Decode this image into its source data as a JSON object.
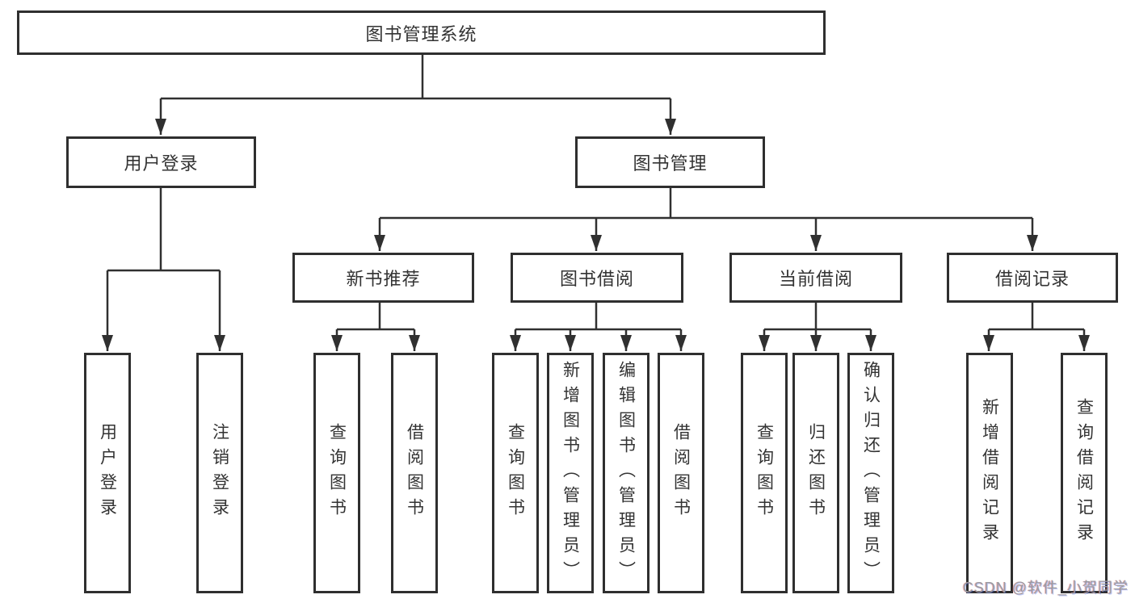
{
  "root": {
    "label": "图书管理系统"
  },
  "branches": [
    {
      "label": "用户登录",
      "children": [
        {
          "label": "用户登录"
        },
        {
          "label": "注销登录"
        }
      ]
    },
    {
      "label": "图书管理",
      "sections": [
        {
          "label": "新书推荐",
          "children": [
            {
              "label": "查询图书"
            },
            {
              "label": "借阅图书"
            }
          ]
        },
        {
          "label": "图书借阅",
          "children": [
            {
              "label": "查询图书"
            },
            {
              "label": "新增图书（管理员）"
            },
            {
              "label": "编辑图书（管理员）"
            },
            {
              "label": "借阅图书"
            }
          ]
        },
        {
          "label": "当前借阅",
          "children": [
            {
              "label": "查询图书"
            },
            {
              "label": "归还图书"
            },
            {
              "label": "确认归还（管理员）"
            }
          ]
        },
        {
          "label": "借阅记录",
          "children": [
            {
              "label": "新增借阅记录"
            },
            {
              "label": "查询借阅记录"
            }
          ]
        }
      ]
    }
  ],
  "watermark": "CSDN @软件_小贺同学",
  "colors": {
    "line": "#303030",
    "text": "#333333",
    "watermark": "#9b9ba0",
    "background": "#ffffff"
  }
}
